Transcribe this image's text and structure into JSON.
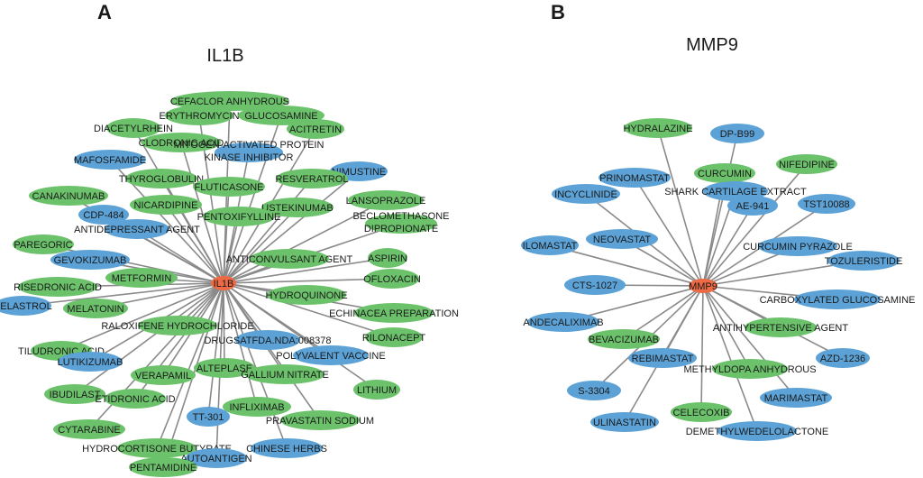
{
  "colors": {
    "green": "#6cc26b",
    "blue": "#5ca2d6",
    "hub": "#ee6a45",
    "edge": "#8a8a8a"
  },
  "panels": [
    {
      "letter": "A",
      "title": "IL1B",
      "hub": "IL1B",
      "nodes": [
        {
          "label": "CEFACLOR ANHYDROUS",
          "color": "green"
        },
        {
          "label": "ERYTHROMYCIN",
          "color": "green"
        },
        {
          "label": "GLUCOSAMINE",
          "color": "green"
        },
        {
          "label": "DIACETYLRHEIN",
          "color": "green"
        },
        {
          "label": "ACITRETIN",
          "color": "green"
        },
        {
          "label": "CLODRONIC ACID",
          "color": "green"
        },
        {
          "label": "MITOGEN-ACTIVATED PROTEIN KINASE INHIBITOR",
          "color": "blue"
        },
        {
          "label": "MAFOSFAMIDE",
          "color": "blue"
        },
        {
          "label": "NIMUSTINE",
          "color": "blue"
        },
        {
          "label": "THYROGLOBULIN",
          "color": "green"
        },
        {
          "label": "RESVERATROL",
          "color": "green"
        },
        {
          "label": "FLUTICASONE",
          "color": "green"
        },
        {
          "label": "CANAKINUMAB",
          "color": "green"
        },
        {
          "label": "USTEKINUMAB",
          "color": "green"
        },
        {
          "label": "LANSOPRAZOLE",
          "color": "green"
        },
        {
          "label": "NICARDIPINE",
          "color": "green"
        },
        {
          "label": "CDP-484",
          "color": "blue"
        },
        {
          "label": "PENTOXIFYLLINE",
          "color": "green"
        },
        {
          "label": "BECLOMETHASONE DIPROPIONATE",
          "color": "green"
        },
        {
          "label": "ANTIDEPRESSANT AGENT",
          "color": "blue"
        },
        {
          "label": "PAREGORIC",
          "color": "green"
        },
        {
          "label": "GEVOKIZUMAB",
          "color": "blue"
        },
        {
          "label": "ANTICONVULSANT AGENT",
          "color": "green"
        },
        {
          "label": "ASPIRIN",
          "color": "green"
        },
        {
          "label": "METFORMIN",
          "color": "green"
        },
        {
          "label": "OFLOXACIN",
          "color": "green"
        },
        {
          "label": "RISEDRONIC ACID",
          "color": "green"
        },
        {
          "label": "HYDROQUINONE",
          "color": "green"
        },
        {
          "label": "CELASTROL",
          "color": "blue"
        },
        {
          "label": "MELATONIN",
          "color": "green"
        },
        {
          "label": "ECHINACEA PREPARATION",
          "color": "green"
        },
        {
          "label": "RALOXIFENE HYDROCHLORIDE",
          "color": "green"
        },
        {
          "label": "DRUGSATFDA.NDA:008378",
          "color": "blue"
        },
        {
          "label": "RILONACEPT",
          "color": "green"
        },
        {
          "label": "TILUDRONIC ACID",
          "color": "green"
        },
        {
          "label": "LUTIKIZUMAB",
          "color": "blue"
        },
        {
          "label": "POLYVALENT VACCINE",
          "color": "blue"
        },
        {
          "label": "VERAPAMIL",
          "color": "green"
        },
        {
          "label": "ALTEPLASE",
          "color": "green"
        },
        {
          "label": "GALLIUM NITRATE",
          "color": "green"
        },
        {
          "label": "IBUDILAST",
          "color": "green"
        },
        {
          "label": "ETIDRONIC ACID",
          "color": "green"
        },
        {
          "label": "LITHIUM",
          "color": "green"
        },
        {
          "label": "INFLIXIMAB",
          "color": "green"
        },
        {
          "label": "TT-301",
          "color": "blue"
        },
        {
          "label": "CYTARABINE",
          "color": "green"
        },
        {
          "label": "PRAVASTATIN SODIUM",
          "color": "green"
        },
        {
          "label": "HYDROCORTISONE BUTYRATE",
          "color": "green"
        },
        {
          "label": "CHINESE HERBS",
          "color": "blue"
        },
        {
          "label": "AUTOANTIGEN",
          "color": "blue"
        },
        {
          "label": "PENTAMIDINE",
          "color": "green"
        }
      ]
    },
    {
      "letter": "B",
      "title": "MMP9",
      "hub": "MMP9",
      "nodes": [
        {
          "label": "HYDRALAZINE",
          "color": "green"
        },
        {
          "label": "DP-B99",
          "color": "blue"
        },
        {
          "label": "NIFEDIPINE",
          "color": "green"
        },
        {
          "label": "CURCUMIN",
          "color": "green"
        },
        {
          "label": "PRINOMASTAT",
          "color": "blue"
        },
        {
          "label": "SHARK CARTILAGE EXTRACT",
          "color": "blue"
        },
        {
          "label": "AE-941",
          "color": "blue"
        },
        {
          "label": "INCYCLINIDE",
          "color": "blue"
        },
        {
          "label": "TST10088",
          "color": "blue"
        },
        {
          "label": "NEOVASTAT",
          "color": "blue"
        },
        {
          "label": "ILOMASTAT",
          "color": "blue"
        },
        {
          "label": "CURCUMIN PYRAZOLE",
          "color": "blue"
        },
        {
          "label": "TOZULERISTIDE",
          "color": "blue"
        },
        {
          "label": "CTS-1027",
          "color": "blue"
        },
        {
          "label": "CARBOXYLATED GLUCOSAMINE",
          "color": "blue"
        },
        {
          "label": "ANDECALIXIMAB",
          "color": "blue"
        },
        {
          "label": "ANTIHYPERTENSIVE AGENT",
          "color": "green"
        },
        {
          "label": "BEVACIZUMAB",
          "color": "green"
        },
        {
          "label": "REBIMASTAT",
          "color": "blue"
        },
        {
          "label": "AZD-1236",
          "color": "blue"
        },
        {
          "label": "METHYLDOPA ANHYDROUS",
          "color": "green"
        },
        {
          "label": "S-3304",
          "color": "blue"
        },
        {
          "label": "MARIMASTAT",
          "color": "blue"
        },
        {
          "label": "CELECOXIB",
          "color": "green"
        },
        {
          "label": "ULINASTATIN",
          "color": "blue"
        },
        {
          "label": "DEMETHYLWEDELOLACTONE",
          "color": "blue"
        }
      ]
    }
  ]
}
